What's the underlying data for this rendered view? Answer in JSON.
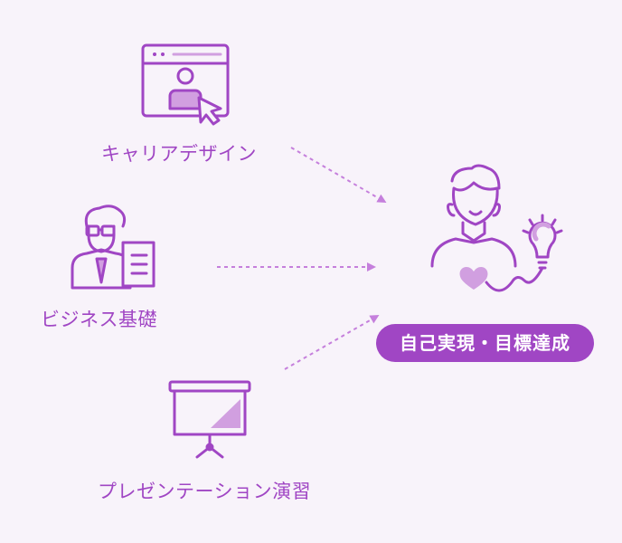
{
  "inputs": [
    {
      "id": "career",
      "label": "キャリアデザイン",
      "icon": "browser-user-cursor-icon"
    },
    {
      "id": "business",
      "label": "ビジネス基礎",
      "icon": "businessman-document-icon"
    },
    {
      "id": "presentation",
      "label": "プレゼンテーション演習",
      "icon": "projector-screen-icon"
    }
  ],
  "goal": {
    "label": "自己実現・目標達成",
    "icon": "person-heart-lightbulb-icon"
  },
  "colors": {
    "accent": "#a046c4",
    "accent_light": "#d19fe0",
    "background": "#f8f3fa",
    "badge_text": "#ffffff"
  }
}
